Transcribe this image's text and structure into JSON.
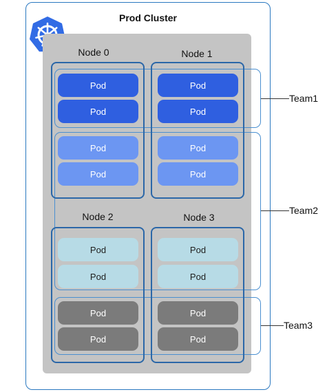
{
  "cluster": {
    "title": "Prod Cluster"
  },
  "logo": {
    "icon": "kubernetes-helm-icon",
    "color": "#326ce5"
  },
  "nodes": [
    {
      "label": "Node 0"
    },
    {
      "label": "Node 1"
    },
    {
      "label": "Node 2"
    },
    {
      "label": "Node 3"
    }
  ],
  "pod_label": "Pod",
  "teams": [
    {
      "label": "Team1"
    },
    {
      "label": "Team2"
    },
    {
      "label": "Team3"
    }
  ],
  "colors": {
    "team1_pod": "#2f5fe0",
    "team2_pod_upper": "#6c96f2",
    "team2_pod_lower": "#b7dbe6",
    "team3_pod": "#7b7b7b",
    "node_border": "#2b67a8",
    "cluster_border": "#2a78c0"
  }
}
